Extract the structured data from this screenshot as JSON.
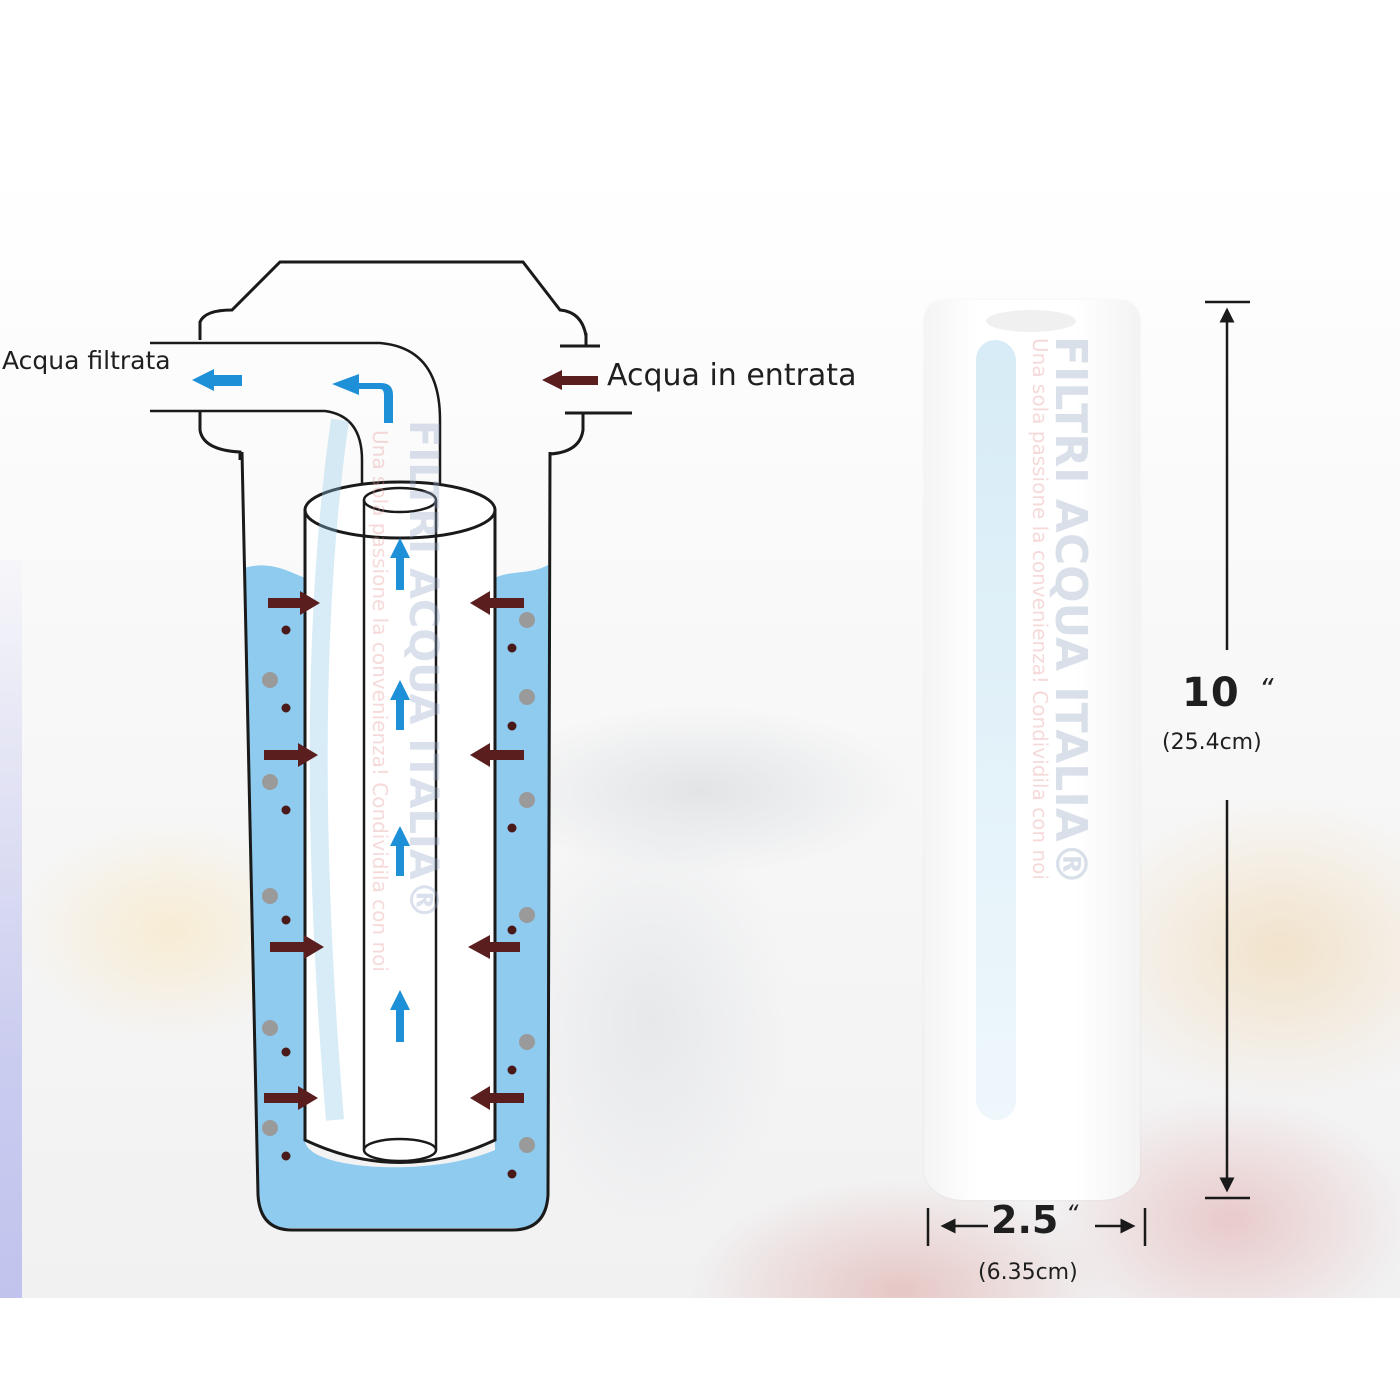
{
  "diagram": {
    "title": "Filter housing water flow diagram",
    "labels": {
      "outlet": "Acqua filtrata",
      "inlet": "Acqua in entrata"
    },
    "watermark": {
      "brand": "FILTRI ACQUA ITALIA",
      "registered": "®",
      "slogan": "Una sola passione la convenienza! Condividila con noi"
    },
    "colors": {
      "water": "#8ecbef",
      "filtered_arrow": "#1e90d8",
      "inlet_arrow": "#5a1e1e",
      "outline": "#1a1a1a",
      "particle_gray": "#9a9a9a",
      "particle_dark": "#4a1a1a"
    },
    "icons": [
      "arrow-left-blue",
      "arrow-turn-up-left-blue",
      "arrow-left-brown",
      "arrow-up-blue",
      "arrow-right-brown",
      "arrow-left-brown"
    ]
  },
  "cartridge": {
    "height": {
      "value": "10",
      "unit": "“",
      "metric": "(25.4cm)"
    },
    "width": {
      "value": "2.5",
      "unit": "“",
      "metric": "(6.35cm)"
    }
  }
}
